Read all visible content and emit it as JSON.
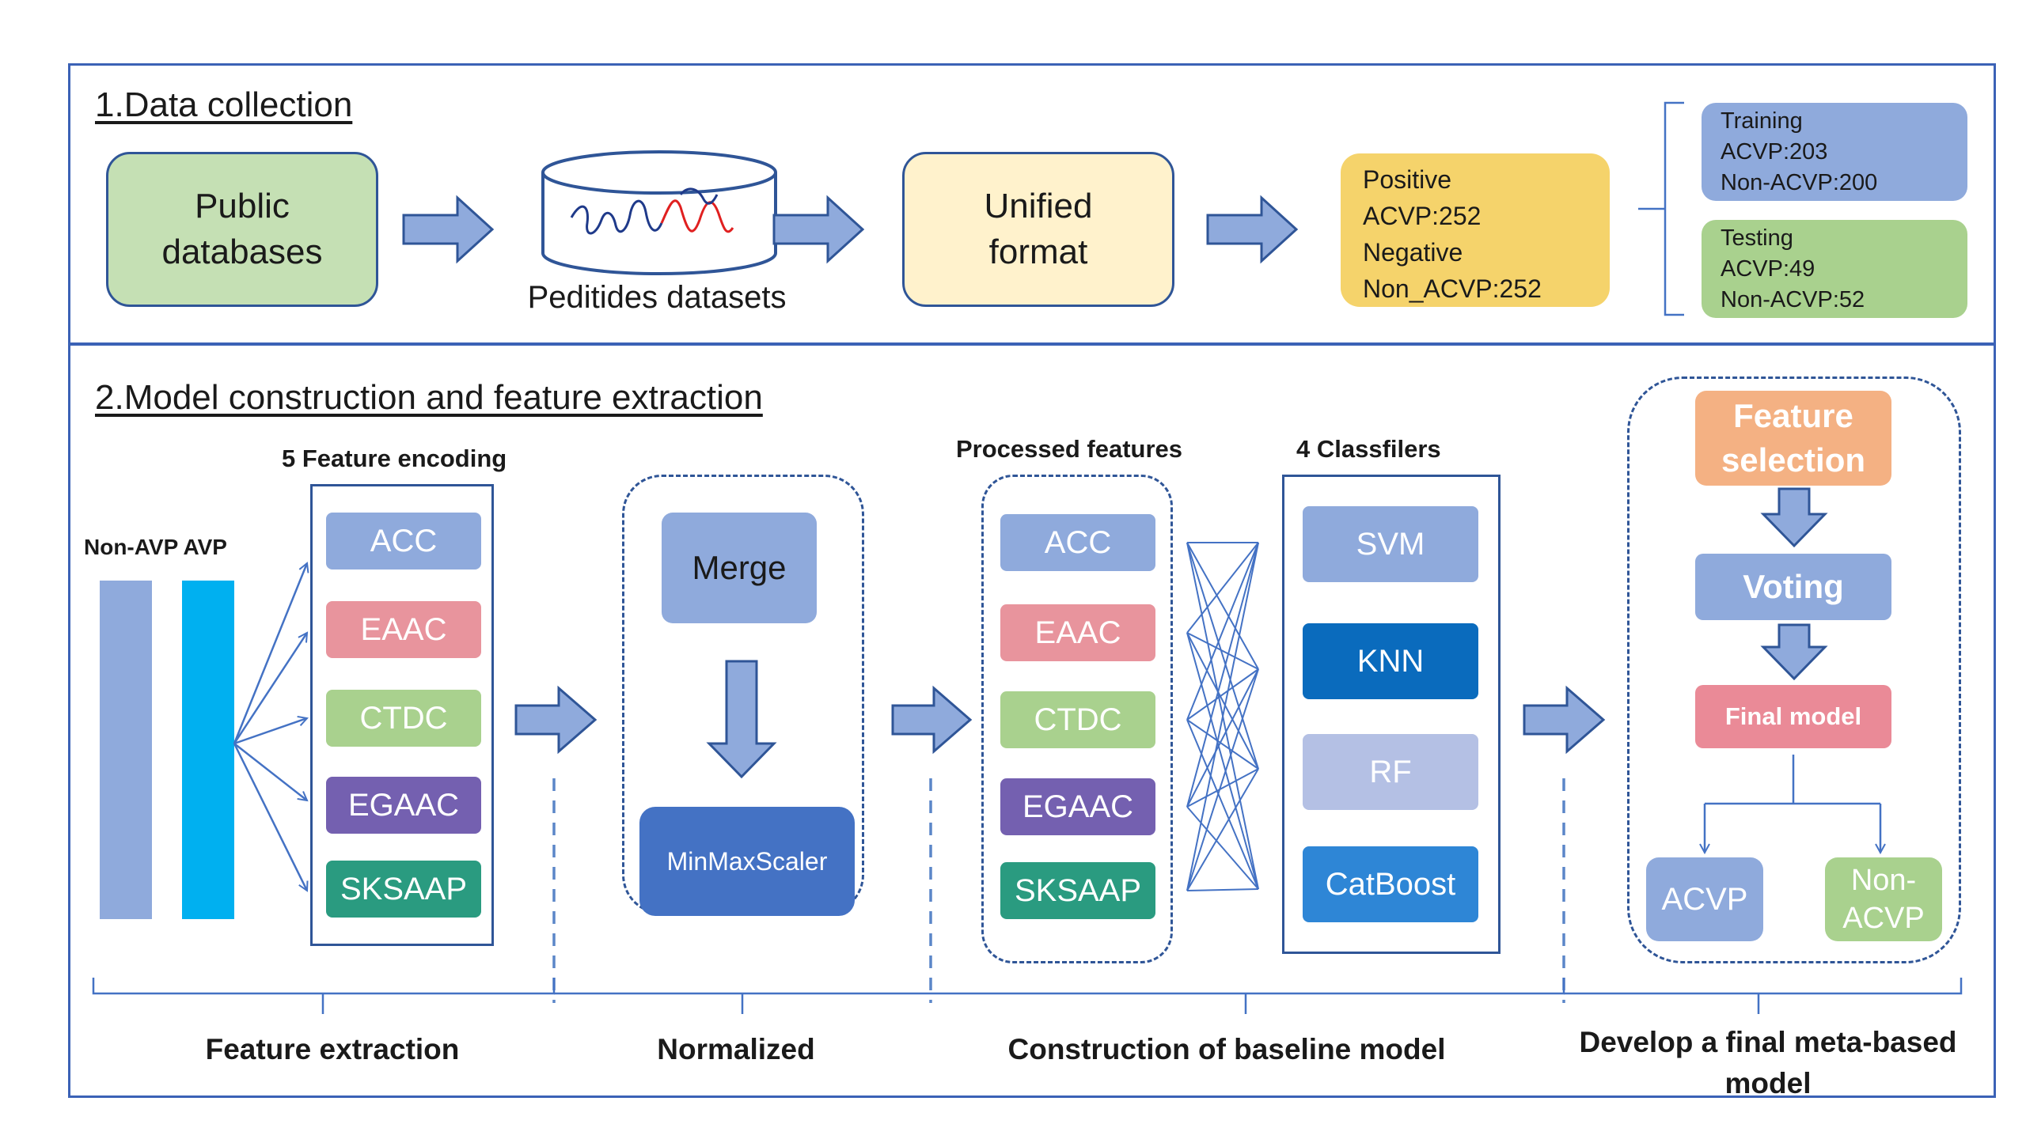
{
  "section1": {
    "title": "1.Data collection",
    "public_db": [
      "Public",
      "databases"
    ],
    "peptides_label": "Peditides datasets",
    "unified": [
      "Unified",
      "format"
    ],
    "counts": [
      "Positive",
      "ACVP:252",
      "Negative",
      "Non_ACVP:252"
    ],
    "training": [
      "Training",
      "ACVP:203",
      "Non-ACVP:200"
    ],
    "testing": [
      "Testing",
      "ACVP:49",
      "Non-ACVP:52"
    ]
  },
  "section2": {
    "title": "2.Model construction and feature extraction",
    "bars_label": "Non-AVP AVP",
    "encoding_title": "5 Feature encoding",
    "encodings": [
      "ACC",
      "EAAC",
      "CTDC",
      "EGAAC",
      "SKSAAP"
    ],
    "merge": "Merge",
    "scaler": "MinMaxScaler",
    "processed_title": "Processed features",
    "processed": [
      "ACC",
      "EAAC",
      "CTDC",
      "EGAAC",
      "SKSAAP"
    ],
    "classifiers_title": "4 Classfilers",
    "classifiers": [
      "SVM",
      "KNN",
      "RF",
      "CatBoost"
    ],
    "feature_selection": [
      "Feature",
      "selection"
    ],
    "voting": "Voting",
    "final_model": "Final model",
    "outcome_acvp": "ACVP",
    "outcome_non": [
      "Non-",
      "ACVP"
    ],
    "stages": [
      "Feature extraction",
      "Normalized",
      "Construction of baseline model",
      "Develop a final meta-based model"
    ]
  },
  "colors": {
    "border_blue": "#2f5597",
    "arrow_fill": "#8faadc",
    "green": "#c5e0b4",
    "cream": "#fff2cc",
    "gold": "#f5d36b",
    "acc": "#8faadc",
    "eaac": "#e8949d",
    "ctdc": "#a9d18e",
    "egaac": "#7460b0",
    "sksaap": "#2a9b80",
    "knn": "#0a6bbd",
    "rf": "#b4c0e4",
    "catboost": "#2e86d6",
    "feature_selection": "#f4b183",
    "final_model": "#ea8a97",
    "bar_light": "#8faadc",
    "bar_cyan": "#00b0f0"
  }
}
